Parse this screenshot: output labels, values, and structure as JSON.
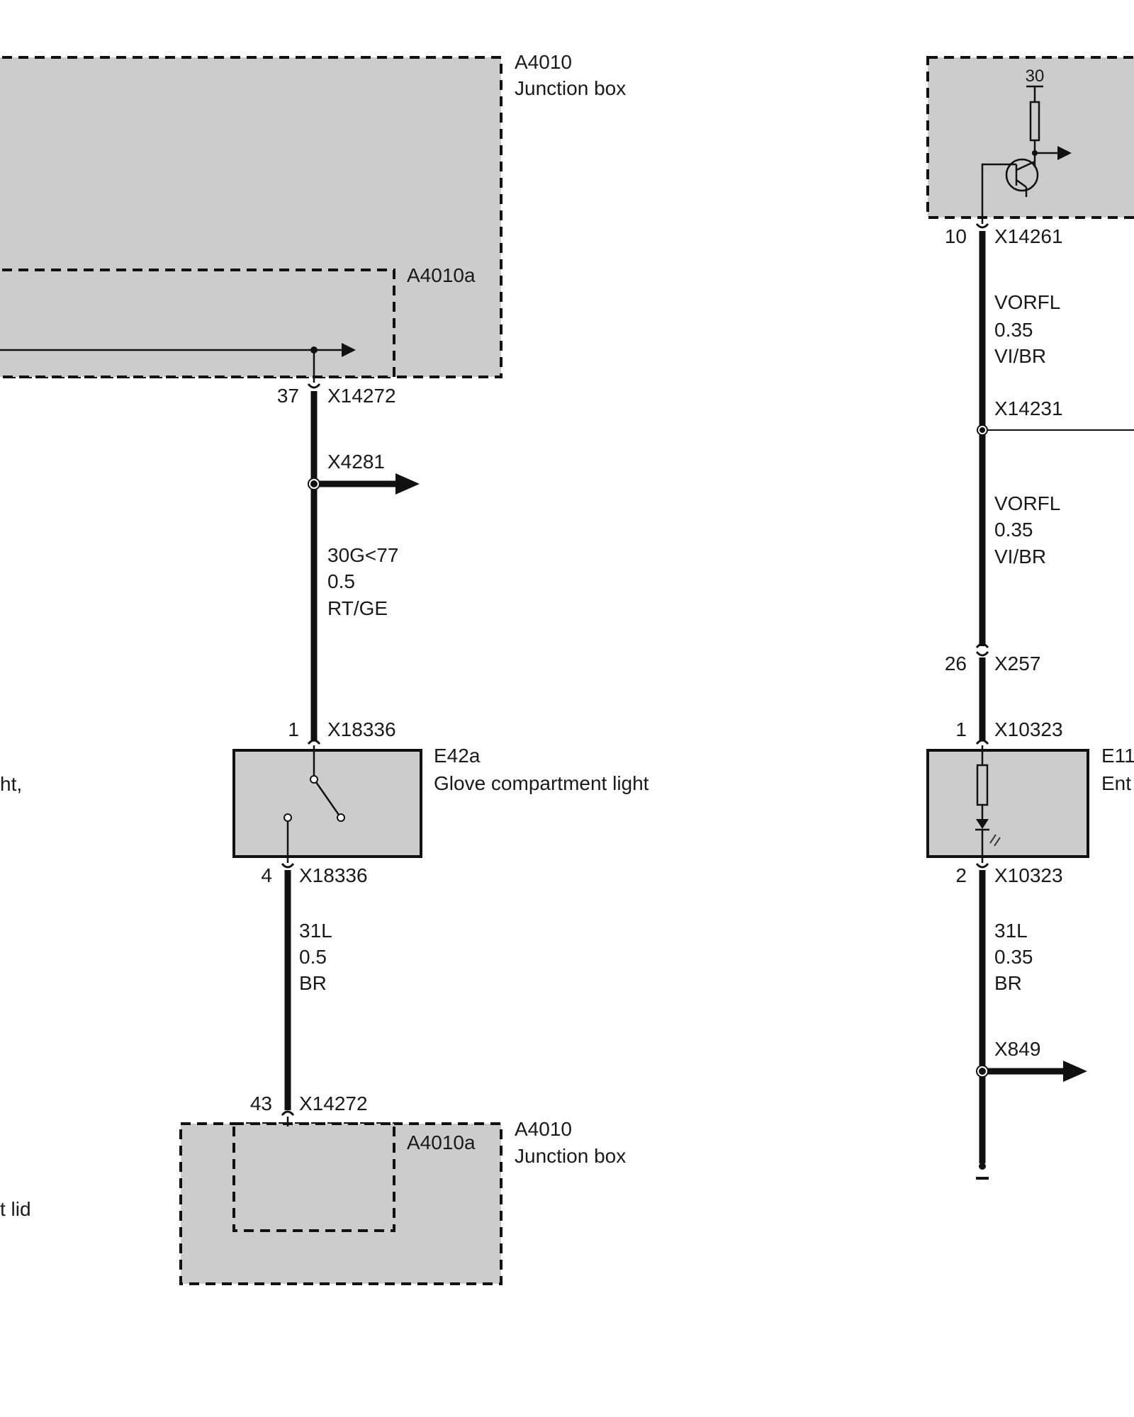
{
  "components": {
    "a4010_top": {
      "id": "A4010",
      "name": "Junction box"
    },
    "a4010a_top": {
      "id": "A4010a"
    },
    "e42a": {
      "id": "E42a",
      "name": "Glove compartment light"
    },
    "a4010_bottom": {
      "id": "A4010",
      "name": "Junction box"
    },
    "a4010a_bottom": {
      "id": "A4010a"
    },
    "e11_partial": {
      "id": "E11",
      "name": "Ent"
    },
    "transistor_module": {
      "supply_label": "30"
    }
  },
  "connectors": {
    "x14272_top": {
      "pin": "37",
      "id": "X14272"
    },
    "x4281": {
      "id": "X4281"
    },
    "x18336_in": {
      "pin": "1",
      "id": "X18336"
    },
    "x18336_out": {
      "pin": "4",
      "id": "X18336"
    },
    "x14272_bottom": {
      "pin": "43",
      "id": "X14272"
    },
    "x14261": {
      "pin": "10",
      "id": "X14261"
    },
    "x14231": {
      "id": "X14231"
    },
    "x257": {
      "pin": "26",
      "id": "X257"
    },
    "x10323_in": {
      "pin": "1",
      "id": "X10323"
    },
    "x10323_out": {
      "pin": "2",
      "id": "X10323"
    },
    "x849": {
      "id": "X849"
    }
  },
  "wires": {
    "w_30g": {
      "signal": "30G<77",
      "gauge": "0.5",
      "color": "RT/GE"
    },
    "w_31l_left": {
      "signal": "31L",
      "gauge": "0.5",
      "color": "BR"
    },
    "w_vorfl_1": {
      "signal": "VORFL",
      "gauge": "0.35",
      "color": "VI/BR"
    },
    "w_vorfl_2": {
      "signal": "VORFL",
      "gauge": "0.35",
      "color": "VI/BR"
    },
    "w_31l_right": {
      "signal": "31L",
      "gauge": "0.35",
      "color": "BR"
    }
  },
  "clipped_text": {
    "left_mid": "ht,",
    "left_bottom": "t lid"
  },
  "colors": {
    "component_fill": "#cccccc",
    "line": "#111111",
    "background": "#ffffff"
  }
}
